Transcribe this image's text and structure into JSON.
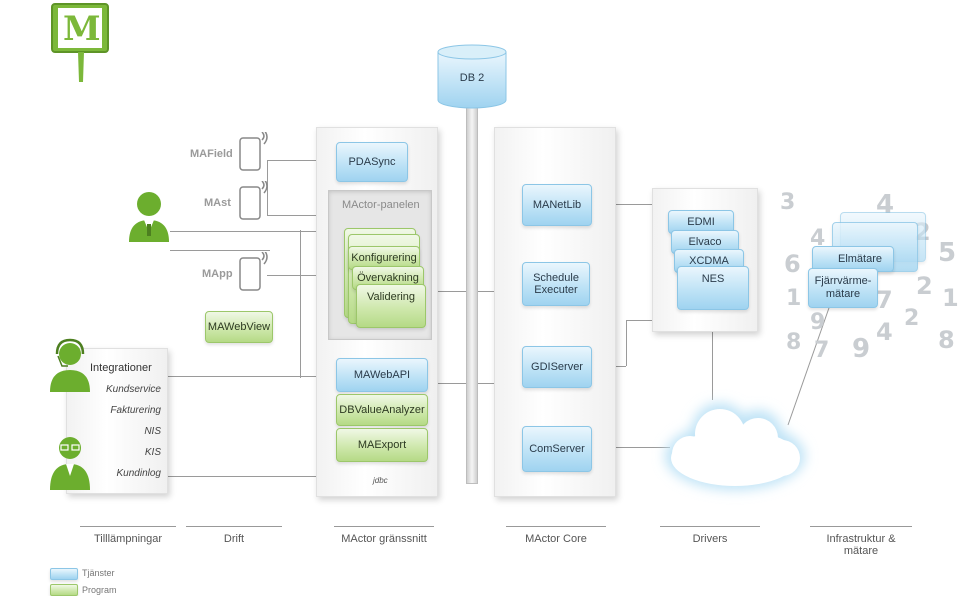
{
  "logo": {
    "letter": "M"
  },
  "db": {
    "label": "DB 2"
  },
  "devices": {
    "mafield": "MAField",
    "mast": "MAst",
    "mapp": "MApp"
  },
  "apps": {
    "mawebview": "MAWebView"
  },
  "integrations": {
    "title": "Integrationer",
    "items": [
      "Kundservice",
      "Fakturering",
      "NIS",
      "KIS",
      "Kundinlog"
    ]
  },
  "mactor_ui": {
    "pdasync": "PDASync",
    "panel_title": "MActor-panelen",
    "panel_items": [
      "Konfigurering",
      "Övervakning",
      "Validering"
    ],
    "mawebapi": "MAWebAPI",
    "dbvalueanalyzer": "DBValueAnalyzer",
    "maexport": "MAExport",
    "jdbc": "jdbc"
  },
  "core": {
    "manetlib": "MANetLib",
    "schedule": "Schedule Executer",
    "gdiserver": "GDIServer",
    "comserver": "ComServer"
  },
  "drivers": {
    "items": [
      "EDMI",
      "Elvaco",
      "XCDMA",
      "NES"
    ]
  },
  "infra": {
    "items": [
      "Elmätare",
      "Fjärrvärme-mätare"
    ]
  },
  "footer": {
    "labels": [
      "Tilllämpningar",
      "Drift",
      "MActor gränssnitt",
      "MActor Core",
      "Drivers",
      "Infrastruktur & mätare"
    ]
  },
  "legend": {
    "services": "Tjänster",
    "programs": "Program"
  },
  "colors": {
    "service": "#bfe3f6",
    "program": "#cfe8ad",
    "logo_green": "#7cb83a"
  }
}
